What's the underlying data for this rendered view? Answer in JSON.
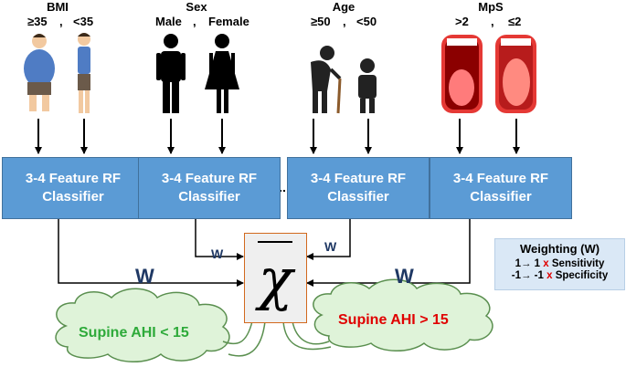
{
  "groups": [
    {
      "title": "BMI",
      "left": "≥35",
      "sep": ",",
      "right": "<35"
    },
    {
      "title": "Sex",
      "left": "Male",
      "sep": ",",
      "right": "Female"
    },
    {
      "title": "Age",
      "left": "≥50",
      "sep": ",",
      "right": "<50"
    },
    {
      "title": "MpS",
      "left": ">2",
      "sep": ",",
      "right": "≤2"
    }
  ],
  "classifier": {
    "line1": "3-4 Feature RF",
    "line2": "Classifier"
  },
  "weight_symbol": "W",
  "chi_symbol": "χ",
  "legend": {
    "title": "Weighting (W)",
    "row1_a": "1→ 1 ",
    "row1_x": "x",
    "row1_b": " Sensitivity",
    "row2_a": "-1→ -1 ",
    "row2_x": "x",
    "row2_b": " Specificity"
  },
  "clouds": {
    "left": "Supine AHI < 15",
    "right": "Supine AHI > 15"
  },
  "colors": {
    "box": "#5b9bd5",
    "left_cloud_text": "#2eaa3a",
    "right_cloud_text": "#e00000",
    "legend_bg": "#dae8f6"
  }
}
